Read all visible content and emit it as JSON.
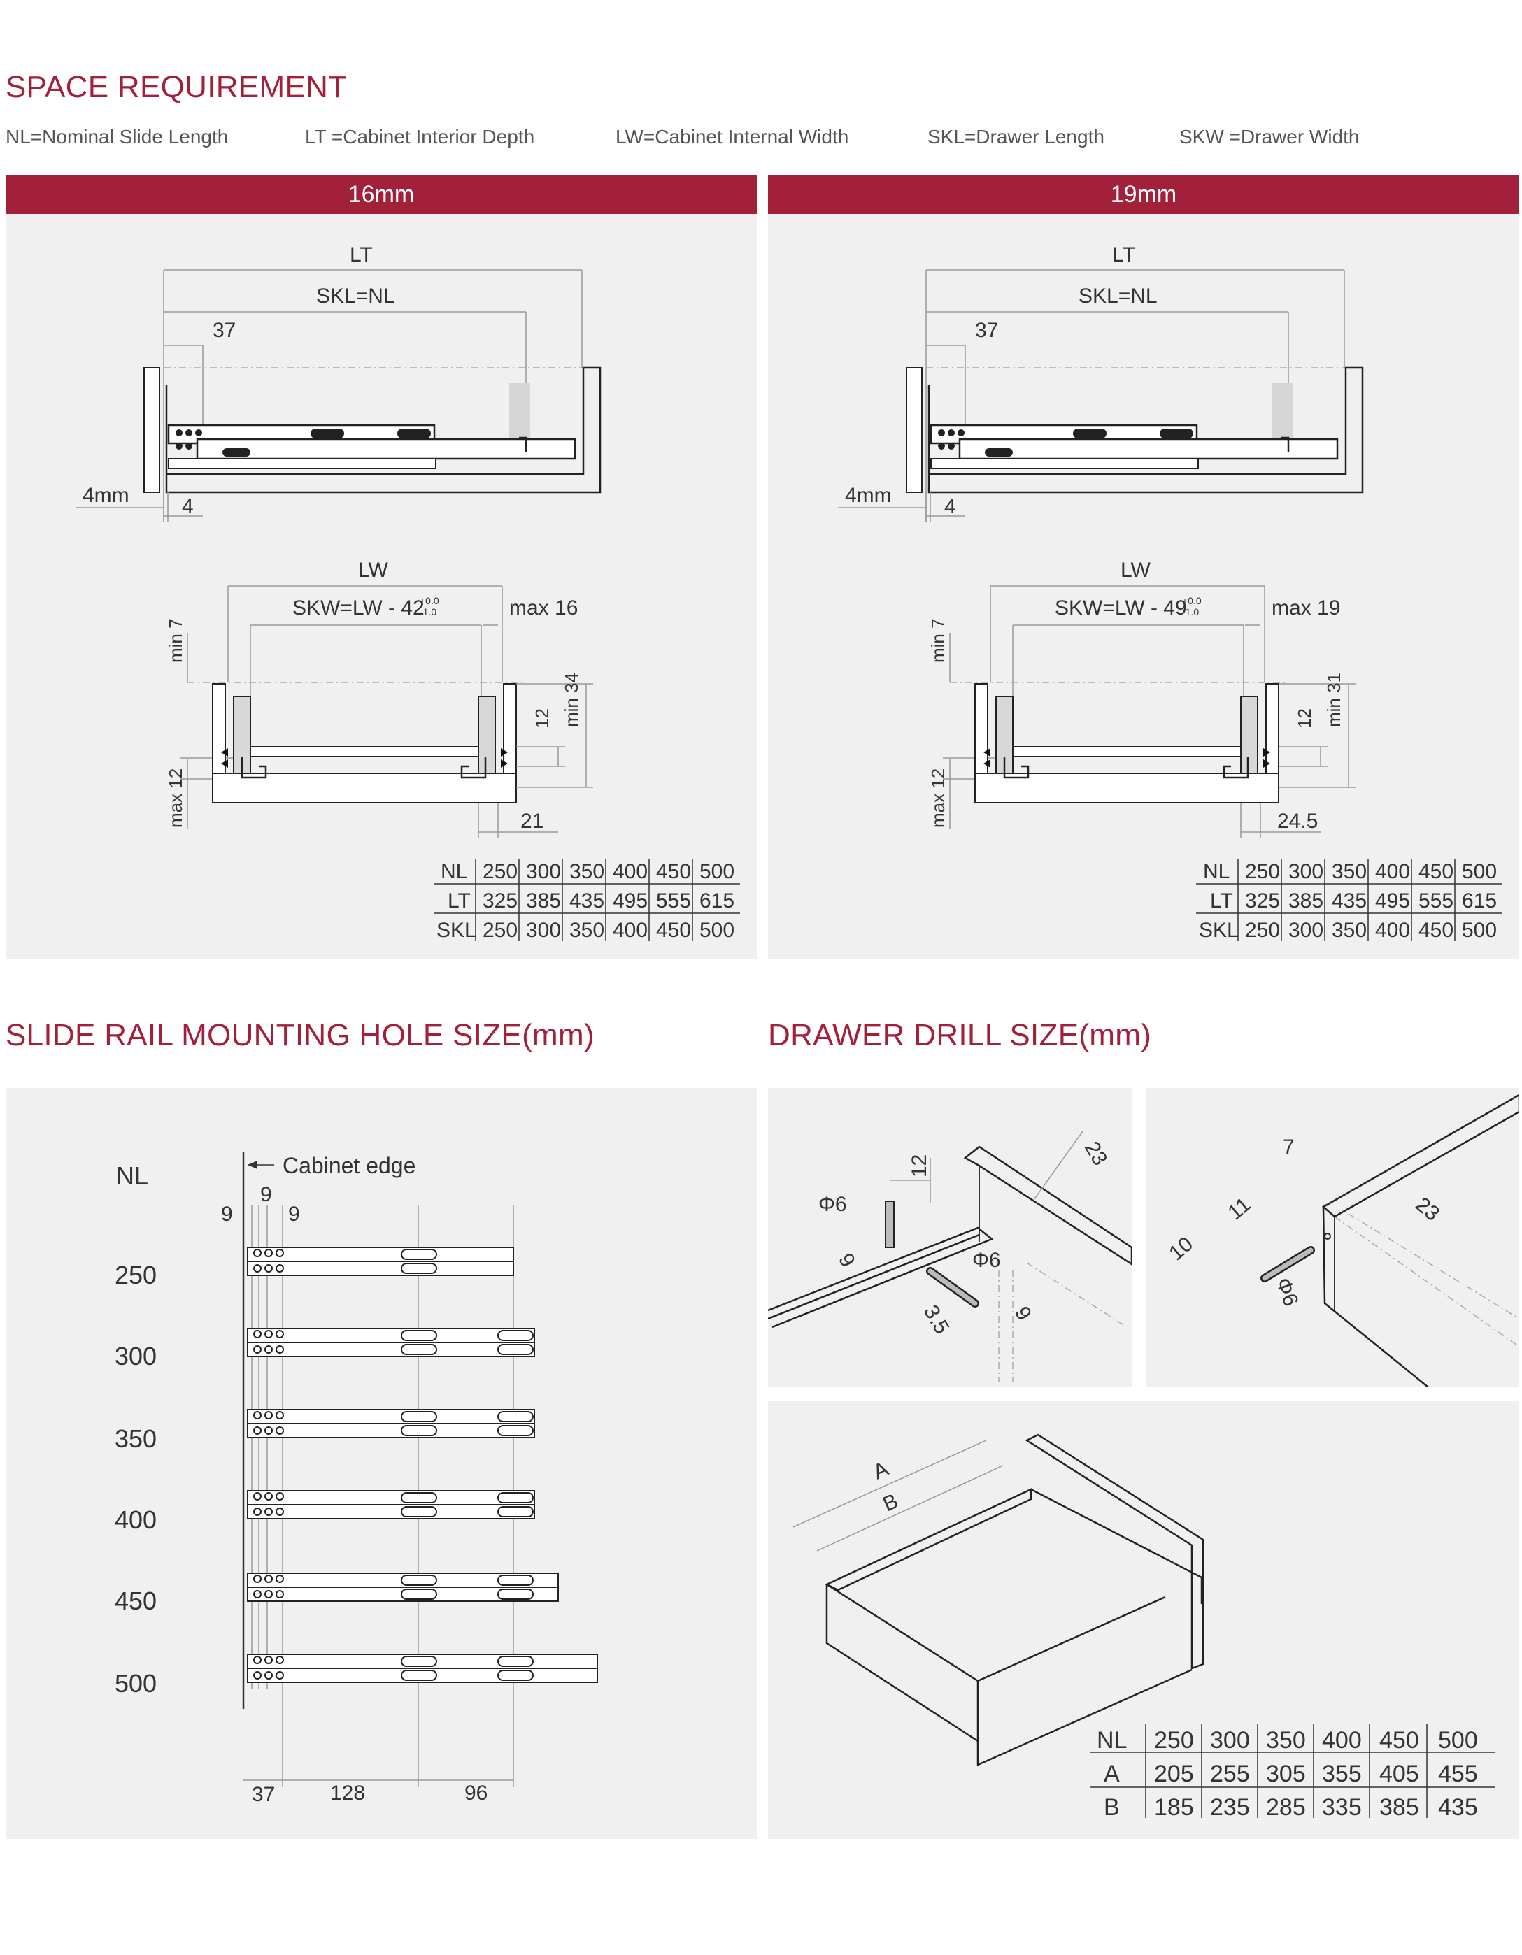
{
  "headings": {
    "space": "SPACE REQUIREMENT",
    "mounting": "SLIDE RAIL MOUNTING HOLE SIZE(mm)",
    "drill": "DRAWER DRILL SIZE(mm)"
  },
  "legend": [
    "NL=Nominal Slide Length",
    "LT =Cabinet Interior Depth",
    "LW=Cabinet Internal Width",
    "SKL=Drawer Length",
    "SKW =Drawer Width"
  ],
  "panels": [
    {
      "title": "16mm",
      "side": {
        "lt": "LT",
        "skl": "SKL=NL",
        "d37": "37",
        "d4mm": "4mm",
        "d4": "4"
      },
      "front": {
        "lw": "LW",
        "skw": "SKW=LW - 42",
        "tol_top": "+0.0",
        "tol_bot": "-1.0",
        "max_side": "max 16",
        "min_top": "min 7",
        "max_bot": "max 12",
        "d12": "12",
        "min_h": "min 34",
        "bottom": "21"
      },
      "table": {
        "rows": [
          [
            "NL",
            "250",
            "300",
            "350",
            "400",
            "450",
            "500"
          ],
          [
            "LT",
            "325",
            "385",
            "435",
            "495",
            "555",
            "615"
          ],
          [
            "SKL",
            "250",
            "300",
            "350",
            "400",
            "450",
            "500"
          ]
        ]
      }
    },
    {
      "title": "19mm",
      "side": {
        "lt": "LT",
        "skl": "SKL=NL",
        "d37": "37",
        "d4mm": "4mm",
        "d4": "4"
      },
      "front": {
        "lw": "LW",
        "skw": "SKW=LW - 49",
        "tol_top": "+0.0",
        "tol_bot": "-1.0",
        "max_side": "max 19",
        "min_top": "min 7",
        "max_bot": "max 12",
        "d12": "12",
        "min_h": "min 31",
        "bottom": "24.5"
      },
      "table": {
        "rows": [
          [
            "NL",
            "250",
            "300",
            "350",
            "400",
            "450",
            "500"
          ],
          [
            "LT",
            "325",
            "385",
            "435",
            "495",
            "555",
            "615"
          ],
          [
            "SKL",
            "250",
            "300",
            "350",
            "400",
            "450",
            "500"
          ]
        ]
      }
    }
  ],
  "mounting": {
    "nl_label": "NL",
    "cabinet_edge": "Cabinet edge",
    "top_dims": [
      "9",
      "9",
      "9"
    ],
    "lengths": [
      "250",
      "300",
      "350",
      "400",
      "450",
      "500"
    ],
    "bottom_dims": [
      "37",
      "128",
      "96"
    ]
  },
  "drill_left": {
    "d12": "12",
    "d23": "23",
    "phi6a": "Φ6",
    "phi6b": "Φ6",
    "d9a": "9",
    "d35": "3.5",
    "d9b": "9"
  },
  "drill_right": {
    "d7": "7",
    "d11": "11",
    "d23": "23",
    "d10": "10",
    "phi6": "Φ6"
  },
  "drawer": {
    "a": "A",
    "b": "B",
    "table": {
      "rows": [
        [
          "NL",
          "250",
          "300",
          "350",
          "400",
          "450",
          "500"
        ],
        [
          "A",
          "205",
          "255",
          "305",
          "355",
          "405",
          "455"
        ],
        [
          "B",
          "185",
          "235",
          "285",
          "335",
          "385",
          "435"
        ]
      ]
    }
  }
}
